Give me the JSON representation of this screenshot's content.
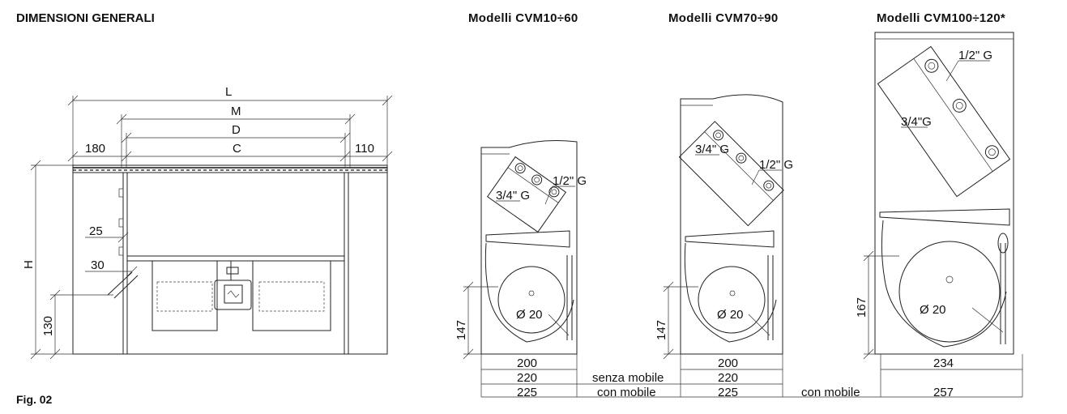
{
  "title": "DIMENSIONI GENERALI",
  "figure_label": "Fig. 02",
  "models": [
    {
      "name": "Modelli CVM10÷60",
      "pipe_large": "3/4\" G",
      "pipe_small": "1/2\" G",
      "height": "147",
      "diameter": "Ø 20",
      "widths": [
        "200",
        "220",
        "225"
      ]
    },
    {
      "name": "Modelli CVM70÷90",
      "pipe_large": "3/4\" G",
      "pipe_small": "1/2\" G",
      "height": "147",
      "diameter": "Ø 20",
      "widths": [
        "200",
        "220",
        "225"
      ]
    },
    {
      "name": "Modelli CVM100÷120*",
      "pipe_large": "3/4\"G",
      "pipe_small": "1/2\" G",
      "height": "167",
      "diameter": "Ø 20",
      "widths": [
        "234",
        "257"
      ]
    }
  ],
  "labels": {
    "senza_mobile": "senza mobile",
    "con_mobile": "con mobile"
  },
  "front_view": {
    "L": "L",
    "M": "M",
    "D": "D",
    "C": "C",
    "left": "180",
    "right": "110",
    "H": "H",
    "d25": "25",
    "d30": "30",
    "d130": "130"
  }
}
